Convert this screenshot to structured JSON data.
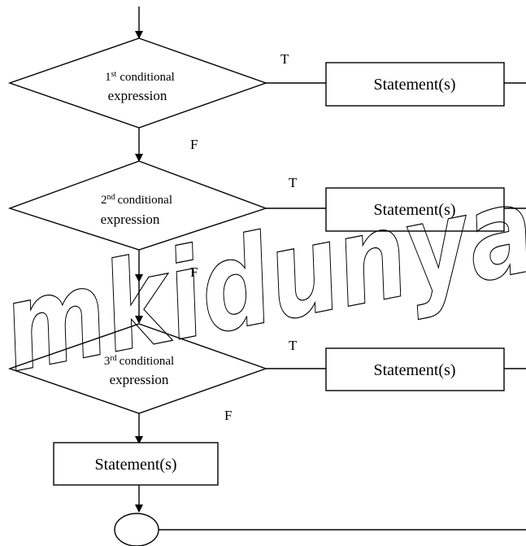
{
  "diagram": {
    "conditions": [
      {
        "ordinal": "1",
        "suffix": "st",
        "line1": "conditional",
        "line2": "expression"
      },
      {
        "ordinal": "2",
        "suffix": "nd",
        "line1": "conditional",
        "line2": "expression"
      },
      {
        "ordinal": "3",
        "suffix": "rd",
        "line1": "conditional",
        "line2": "expression"
      }
    ],
    "true_label": "T",
    "false_label": "F",
    "branch_statement": "Statement(s)",
    "else_statement": "Statement(s)"
  },
  "watermark": {
    "text": "mkidunya"
  }
}
